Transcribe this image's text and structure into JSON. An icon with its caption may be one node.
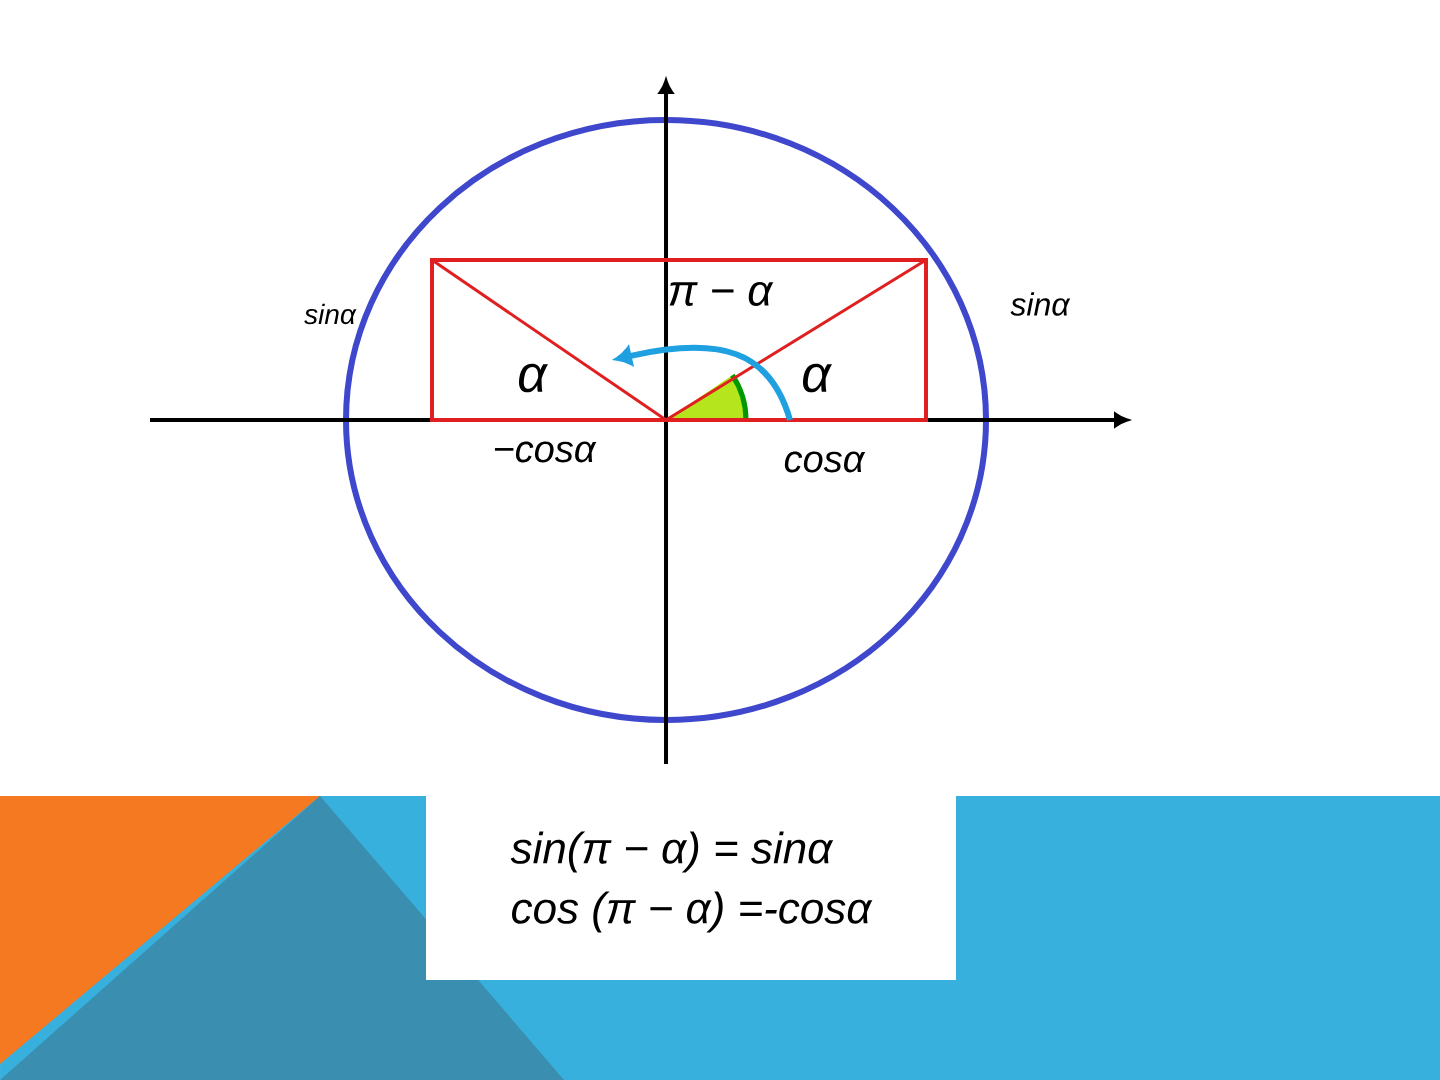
{
  "diagram": {
    "nodes": [
      {
        "text": [
          "sin(π − α) = sinα",
          "cos (π − α) =-cosα"
        ]
      }
    ],
    "labels": [
      "π − α",
      "sinα",
      "sinα",
      "α",
      "α",
      "−cosα",
      "cosα"
    ]
  }
}
